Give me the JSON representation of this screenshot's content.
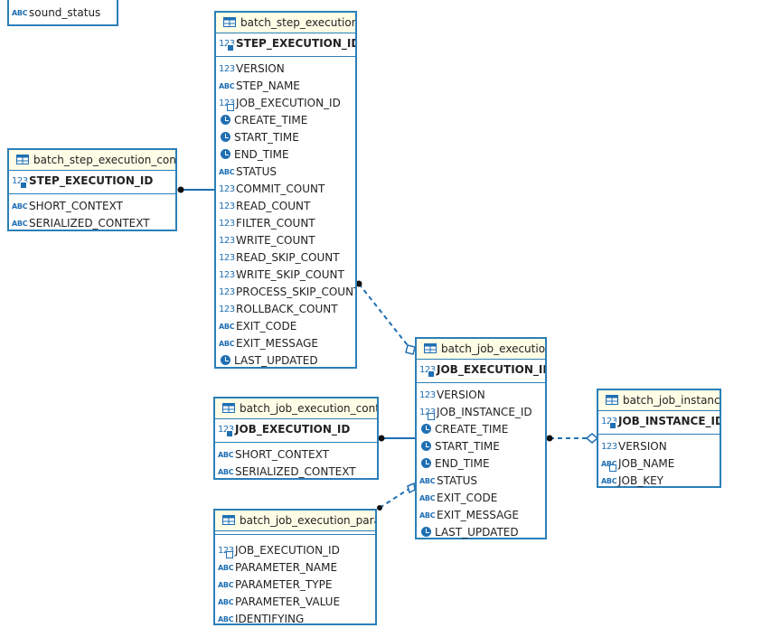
{
  "tables": {
    "partial_top": {
      "columns": [
        {
          "type": "abc",
          "name": "sound_status"
        }
      ]
    },
    "batch_step_execution": {
      "name": "batch_step_execution",
      "pk": [
        {
          "type": "num",
          "name": "STEP_EXECUTION_ID",
          "key": "pk"
        }
      ],
      "columns": [
        {
          "type": "num",
          "name": "VERSION"
        },
        {
          "type": "abc",
          "name": "STEP_NAME"
        },
        {
          "type": "num",
          "name": "JOB_EXECUTION_ID",
          "key": "fk"
        },
        {
          "type": "time",
          "name": "CREATE_TIME"
        },
        {
          "type": "time",
          "name": "START_TIME"
        },
        {
          "type": "time",
          "name": "END_TIME"
        },
        {
          "type": "abc",
          "name": "STATUS"
        },
        {
          "type": "num",
          "name": "COMMIT_COUNT"
        },
        {
          "type": "num",
          "name": "READ_COUNT"
        },
        {
          "type": "num",
          "name": "FILTER_COUNT"
        },
        {
          "type": "num",
          "name": "WRITE_COUNT"
        },
        {
          "type": "num",
          "name": "READ_SKIP_COUNT"
        },
        {
          "type": "num",
          "name": "WRITE_SKIP_COUNT"
        },
        {
          "type": "num",
          "name": "PROCESS_SKIP_COUNT"
        },
        {
          "type": "num",
          "name": "ROLLBACK_COUNT"
        },
        {
          "type": "abc",
          "name": "EXIT_CODE"
        },
        {
          "type": "abc",
          "name": "EXIT_MESSAGE"
        },
        {
          "type": "time",
          "name": "LAST_UPDATED"
        }
      ]
    },
    "batch_step_execution_context": {
      "name": "batch_step_execution_context",
      "pk": [
        {
          "type": "num",
          "name": "STEP_EXECUTION_ID",
          "key": "pk"
        }
      ],
      "columns": [
        {
          "type": "abc",
          "name": "SHORT_CONTEXT"
        },
        {
          "type": "abc",
          "name": "SERIALIZED_CONTEXT"
        }
      ]
    },
    "batch_job_execution": {
      "name": "batch_job_execution",
      "pk": [
        {
          "type": "num",
          "name": "JOB_EXECUTION_ID",
          "key": "pk"
        }
      ],
      "columns": [
        {
          "type": "num",
          "name": "VERSION"
        },
        {
          "type": "num",
          "name": "JOB_INSTANCE_ID",
          "key": "fk"
        },
        {
          "type": "time",
          "name": "CREATE_TIME"
        },
        {
          "type": "time",
          "name": "START_TIME"
        },
        {
          "type": "time",
          "name": "END_TIME"
        },
        {
          "type": "abc",
          "name": "STATUS"
        },
        {
          "type": "abc",
          "name": "EXIT_CODE"
        },
        {
          "type": "abc",
          "name": "EXIT_MESSAGE"
        },
        {
          "type": "time",
          "name": "LAST_UPDATED"
        }
      ]
    },
    "batch_job_execution_context": {
      "name": "batch_job_execution_context",
      "pk": [
        {
          "type": "num",
          "name": "JOB_EXECUTION_ID",
          "key": "pk"
        }
      ],
      "columns": [
        {
          "type": "abc",
          "name": "SHORT_CONTEXT"
        },
        {
          "type": "abc",
          "name": "SERIALIZED_CONTEXT"
        }
      ]
    },
    "batch_job_execution_params": {
      "name": "batch_job_execution_params",
      "pk": [],
      "columns": [
        {
          "type": "num",
          "name": "JOB_EXECUTION_ID",
          "key": "fk"
        },
        {
          "type": "abc",
          "name": "PARAMETER_NAME"
        },
        {
          "type": "abc",
          "name": "PARAMETER_TYPE"
        },
        {
          "type": "abc",
          "name": "PARAMETER_VALUE"
        },
        {
          "type": "abc",
          "name": "IDENTIFYING"
        }
      ]
    },
    "batch_job_instance": {
      "name": "batch_job_instance",
      "pk": [
        {
          "type": "num",
          "name": "JOB_INSTANCE_ID",
          "key": "pk"
        }
      ],
      "columns": [
        {
          "type": "num",
          "name": "VERSION"
        },
        {
          "type": "abc",
          "name": "JOB_NAME",
          "key": "fk"
        },
        {
          "type": "abc",
          "name": "JOB_KEY"
        }
      ]
    }
  },
  "type_icons": {
    "num": "123",
    "abc": "ABC",
    "time": "clock-icon"
  },
  "colors": {
    "border": "#2b7fb8",
    "header_bg": "#fffde6",
    "icon": "#1f6fb3"
  }
}
